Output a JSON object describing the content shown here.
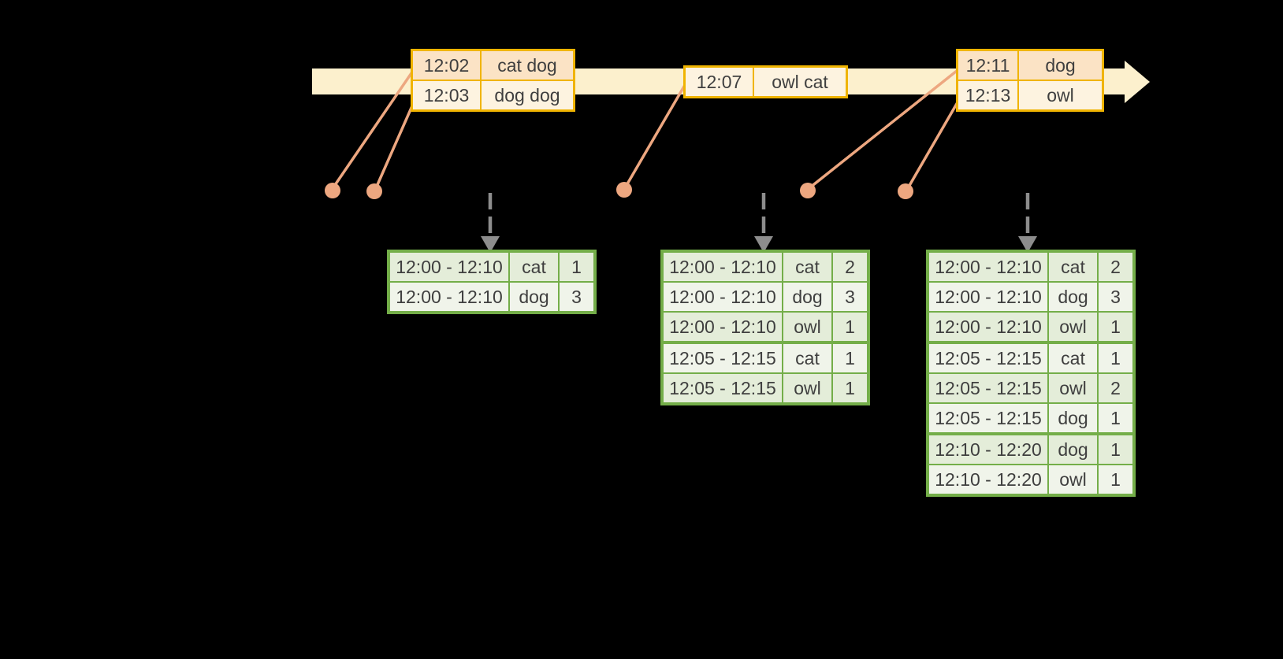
{
  "diagram": {
    "description": "Windowed grouped aggregation over an event-time stream: timed word events on a timeline feed periodically triggered windowed-count result tables",
    "colors": {
      "background": "#000000",
      "timeline_fill": "#fcf0cd",
      "event_table_border": "#f0b400",
      "event_row_dark": "#fbe3c5",
      "event_row_light": "#fdf3e0",
      "leader_line": "#eda780",
      "event_dot": "#eda780",
      "dashed_arrow": "#8d8d8d",
      "result_table_border": "#74ae49",
      "result_row_dark": "#e4edd9",
      "result_row_light": "#f0f4ea",
      "text": "#3f3f3f"
    }
  },
  "event_tables": [
    {
      "rows": [
        {
          "time": "12:02",
          "words": "cat dog"
        },
        {
          "time": "12:03",
          "words": "dog dog"
        }
      ]
    },
    {
      "rows": [
        {
          "time": "12:07",
          "words": "owl cat"
        }
      ]
    },
    {
      "rows": [
        {
          "time": "12:11",
          "words": "dog"
        },
        {
          "time": "12:13",
          "words": "owl"
        }
      ]
    }
  ],
  "result_tables": [
    {
      "rows": [
        {
          "window": "12:00 - 12:10",
          "word": "cat",
          "count": "1"
        },
        {
          "window": "12:00 - 12:10",
          "word": "dog",
          "count": "3"
        }
      ]
    },
    {
      "rows": [
        {
          "window": "12:00 - 12:10",
          "word": "cat",
          "count": "2"
        },
        {
          "window": "12:00 - 12:10",
          "word": "dog",
          "count": "3"
        },
        {
          "window": "12:00 - 12:10",
          "word": "owl",
          "count": "1"
        },
        {
          "window": "12:05 - 12:15",
          "word": "cat",
          "count": "1"
        },
        {
          "window": "12:05 - 12:15",
          "word": "owl",
          "count": "1"
        }
      ]
    },
    {
      "rows": [
        {
          "window": "12:00 - 12:10",
          "word": "cat",
          "count": "2"
        },
        {
          "window": "12:00 - 12:10",
          "word": "dog",
          "count": "3"
        },
        {
          "window": "12:00 - 12:10",
          "word": "owl",
          "count": "1"
        },
        {
          "window": "12:05 - 12:15",
          "word": "cat",
          "count": "1"
        },
        {
          "window": "12:05 - 12:15",
          "word": "owl",
          "count": "2"
        },
        {
          "window": "12:05 - 12:15",
          "word": "dog",
          "count": "1"
        },
        {
          "window": "12:10 - 12:20",
          "word": "dog",
          "count": "1"
        },
        {
          "window": "12:10 - 12:20",
          "word": "owl",
          "count": "1"
        }
      ]
    }
  ]
}
